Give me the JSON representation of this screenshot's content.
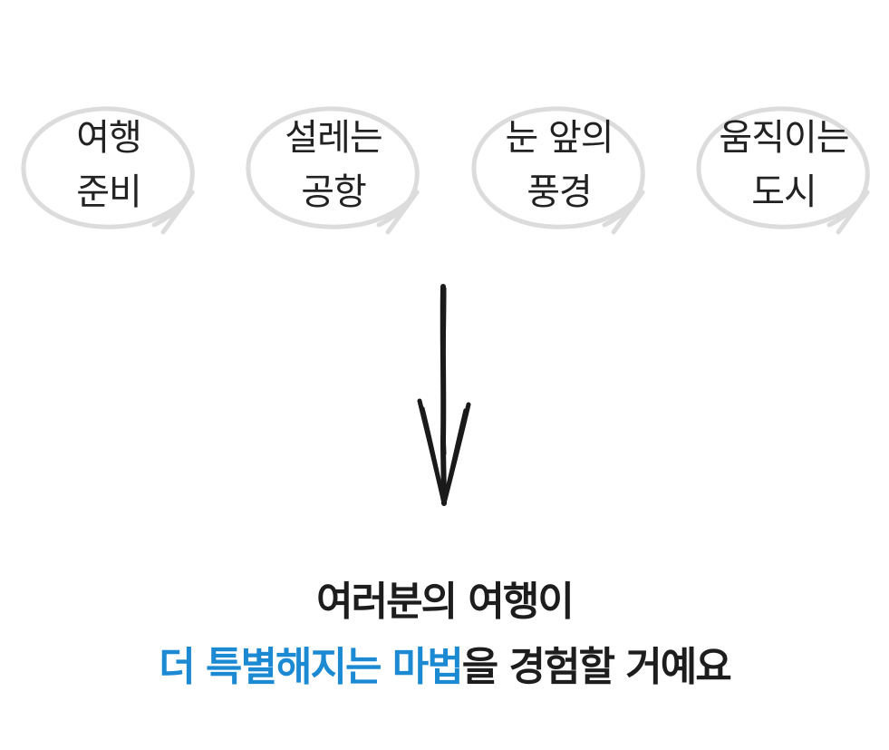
{
  "bubbles": [
    {
      "line1": "여행",
      "line2": "준비"
    },
    {
      "line1": "설레는",
      "line2": "공항"
    },
    {
      "line1": "눈 앞의",
      "line2": "풍경"
    },
    {
      "line1": "움직이는",
      "line2": "도시"
    }
  ],
  "headline": {
    "line1": "여러분의 여행이",
    "line2_accent": "더 특별해지는 마법",
    "line2_rest": "을 경험할 거예요"
  },
  "colors": {
    "accent": "#1b8ad3",
    "text": "#1d1d1d",
    "circle_stroke": "#dcdcdc"
  },
  "icons": {
    "arrow": "hand-drawn-down-arrow-icon",
    "circle": "hand-drawn-circle-icon"
  }
}
